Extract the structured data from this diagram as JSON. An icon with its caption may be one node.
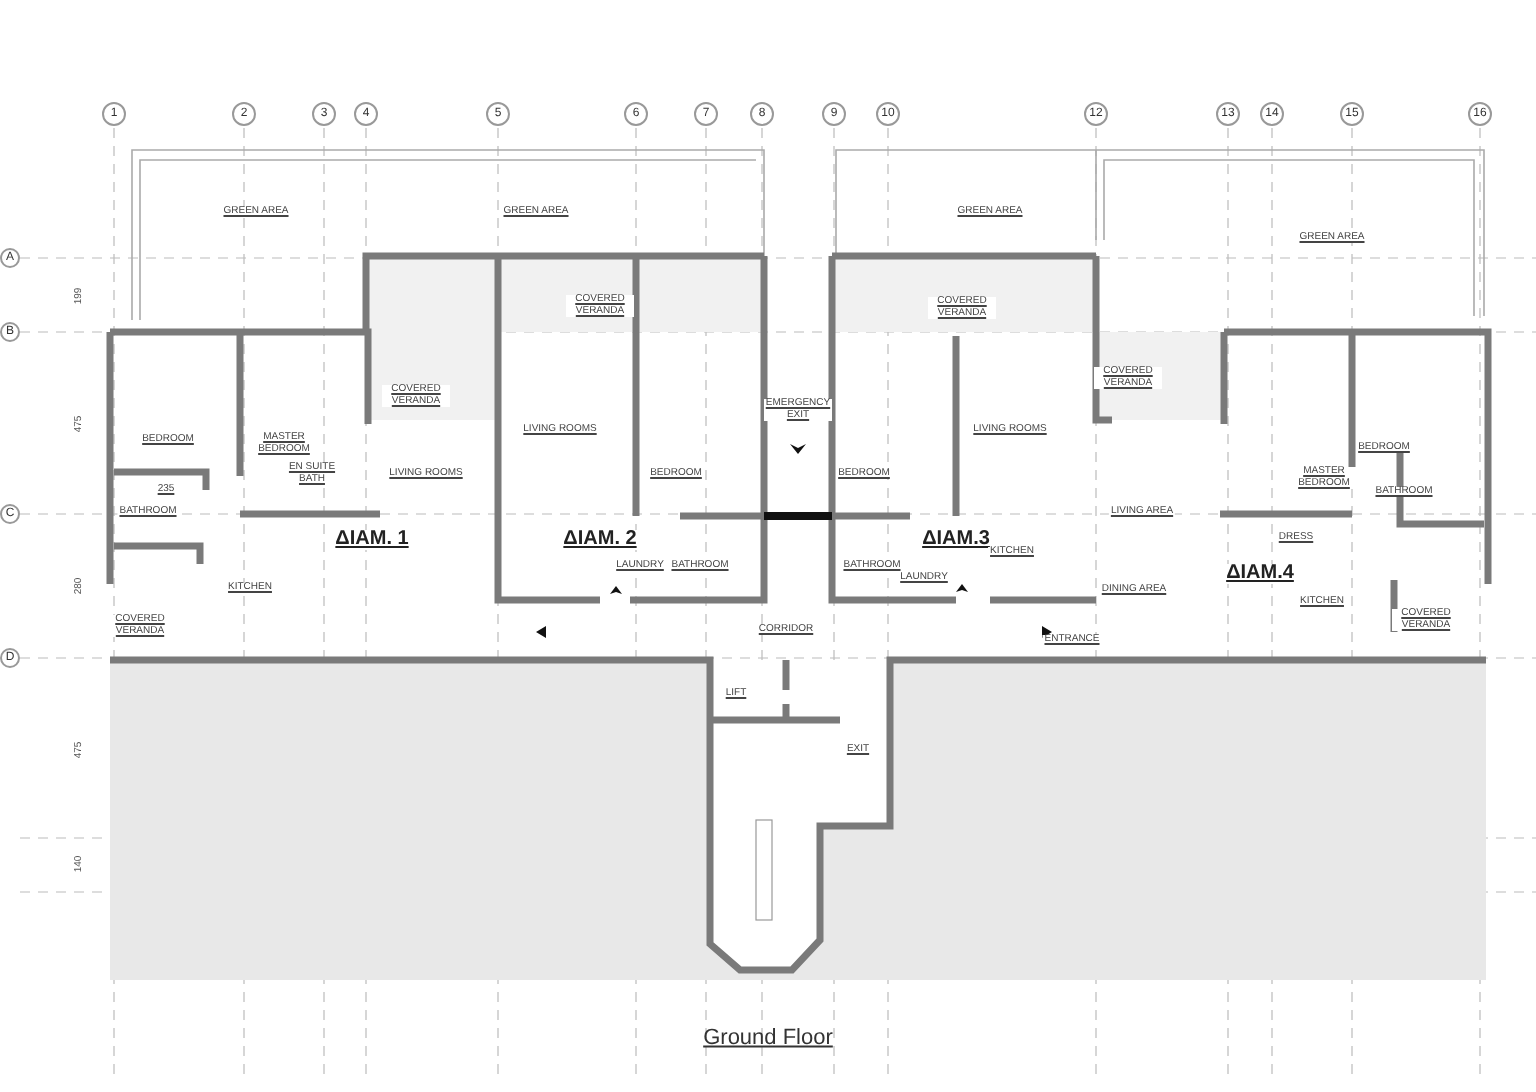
{
  "diagram": {
    "caption": "Ground Floor",
    "labels": [
      "1",
      "2",
      "3",
      "4",
      "5",
      "6",
      "7",
      "8",
      "9",
      "10",
      "12",
      "13",
      "14",
      "15",
      "16",
      "GREEN AREA",
      "GREEN AREA",
      "GREEN AREA",
      "GREEN AREA",
      "A",
      "199",
      "COVERED VERANDA",
      "COVERED VERANDA",
      "B",
      "COVERED VERANDA",
      "COVERED VERANDA",
      "475",
      "LIVING ROOMS",
      "EMERGENCY EXIT",
      "LIVING ROOMS",
      "BEDROOM",
      "MASTER BEDROOM",
      "BEDROOM",
      "EN SUITE BATH",
      "LIVING ROOMS",
      "BEDROOM",
      "BEDROOM",
      "MASTER BEDROOM",
      "235",
      "BATHROOM",
      "BATHROOM",
      "LIVING AREA",
      "C",
      "ΔΙΑΜ. 1",
      "ΔΙΑΜ. 2",
      "ΔΙΑΜ.3",
      "DRESS",
      "KITCHEN",
      "LAUNDRY",
      "BATHROOM",
      "BATHROOM",
      "LAUNDRY",
      "ΔΙΑΜ.4",
      "280",
      "KITCHEN",
      "DINING AREA",
      "KITCHEN",
      "COVERED VERANDA",
      "COVERED VERANDA",
      "CORRIDOR",
      "ENTRANCE",
      "D",
      "LIFT",
      "EXIT",
      "475",
      "140"
    ]
  }
}
